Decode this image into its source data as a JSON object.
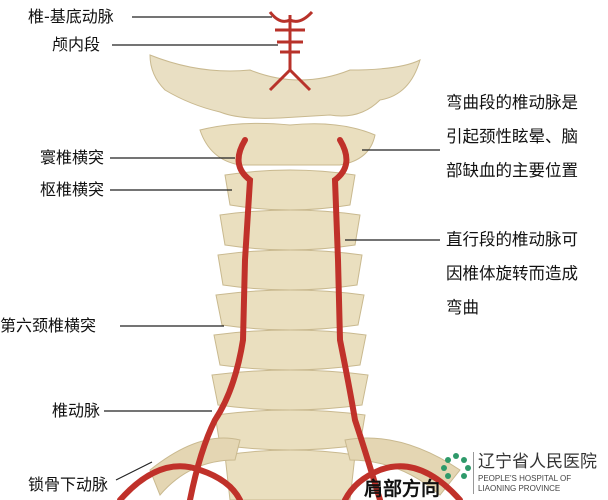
{
  "left_labels": [
    {
      "text": "椎-基底动脉"
    },
    {
      "text": "颅内段"
    },
    {
      "text": "寰椎横突"
    },
    {
      "text": "枢椎横突"
    },
    {
      "text": "第六颈椎横突"
    },
    {
      "text": "椎动脉"
    },
    {
      "text": "锁骨下动脉"
    }
  ],
  "right_notes": [
    {
      "lines": [
        "弯曲段的椎动脉是",
        "引起颈性眩晕、脑",
        "部缺血的主要位置"
      ]
    },
    {
      "lines": [
        "直行段的椎动脉可",
        "因椎体旋转而造成",
        "弯曲"
      ]
    }
  ],
  "bottom_direction": "肩部方向",
  "watermark": {
    "name": "辽宁省人民医院",
    "subtitle": "PEOPLE'S HOSPITAL OF LIAONING PROVINCE",
    "color": "#2e9a6a"
  },
  "colors": {
    "bone": "#eadfbf",
    "bone_shadow": "#c9b98f",
    "artery": "#c0312a"
  }
}
